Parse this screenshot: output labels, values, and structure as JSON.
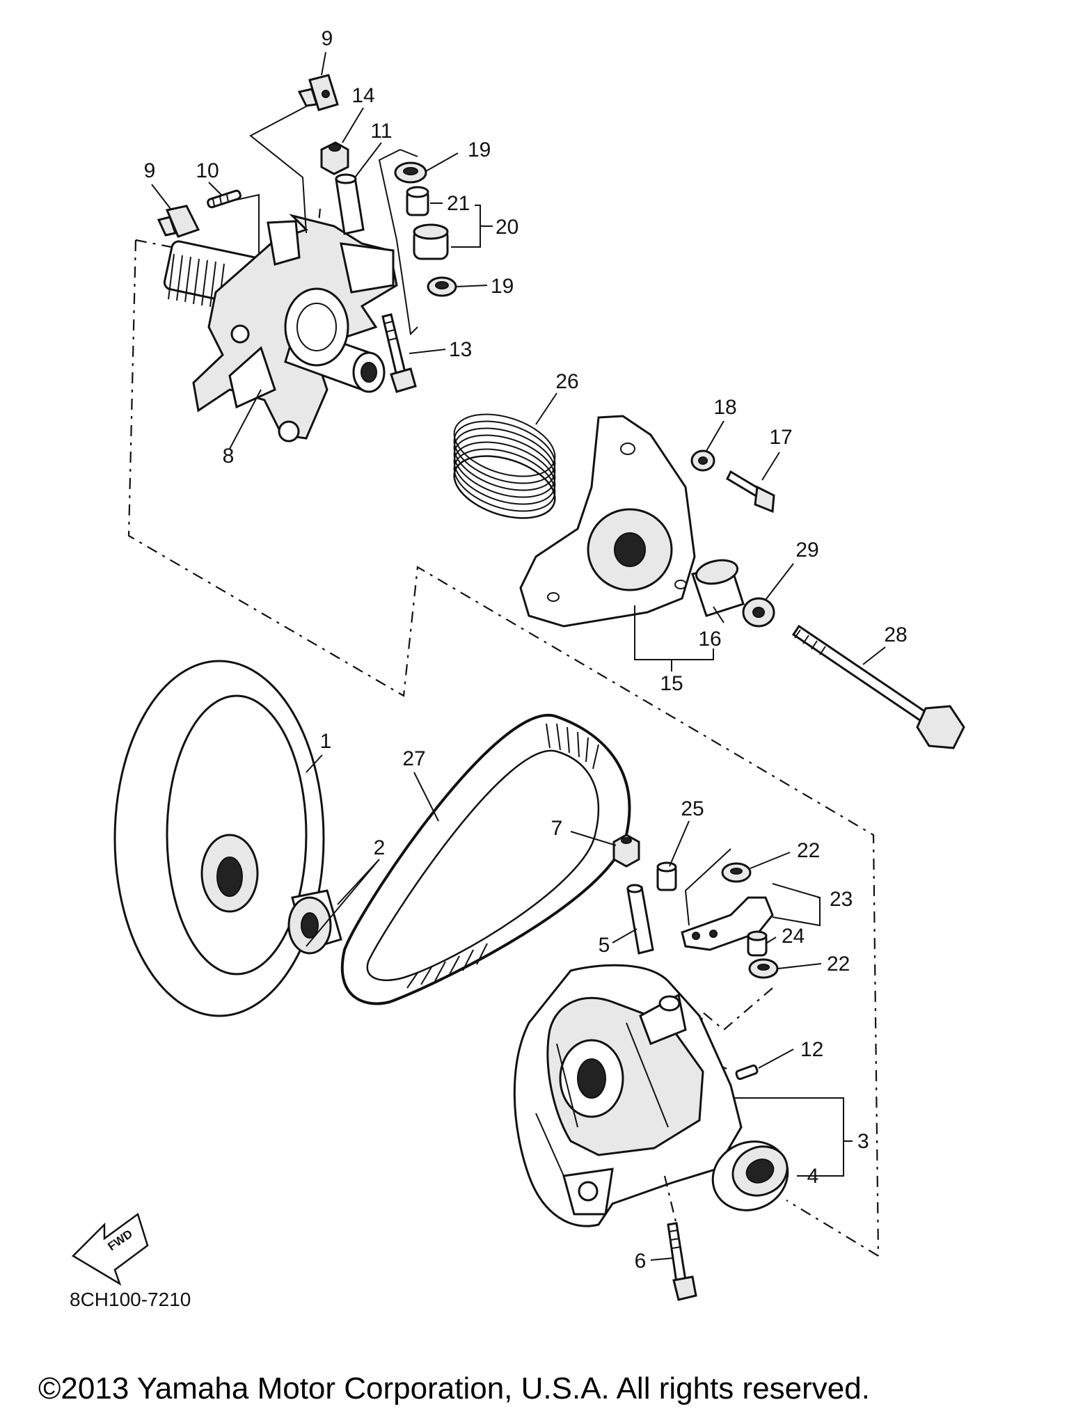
{
  "diagram_code": "8CH100-7210",
  "copyright": "©2013 Yamaha Motor Corporation, U.S.A. All rights reserved.",
  "fwd_label": "FWD",
  "part_numbers": {
    "p1": "1",
    "p2": "2",
    "p3": "3",
    "p4": "4",
    "p5": "5",
    "p6": "6",
    "p7": "7",
    "p8": "8",
    "p9": "9",
    "p10": "10",
    "p11": "11",
    "p12": "12",
    "p13": "13",
    "p14": "14",
    "p15": "15",
    "p16": "16",
    "p17": "17",
    "p18": "18",
    "p19": "19",
    "p20": "20",
    "p21": "21",
    "p22": "22",
    "p23": "23",
    "p24": "24",
    "p25": "25",
    "p26": "26",
    "p27": "27",
    "p28": "28",
    "p29": "29"
  }
}
